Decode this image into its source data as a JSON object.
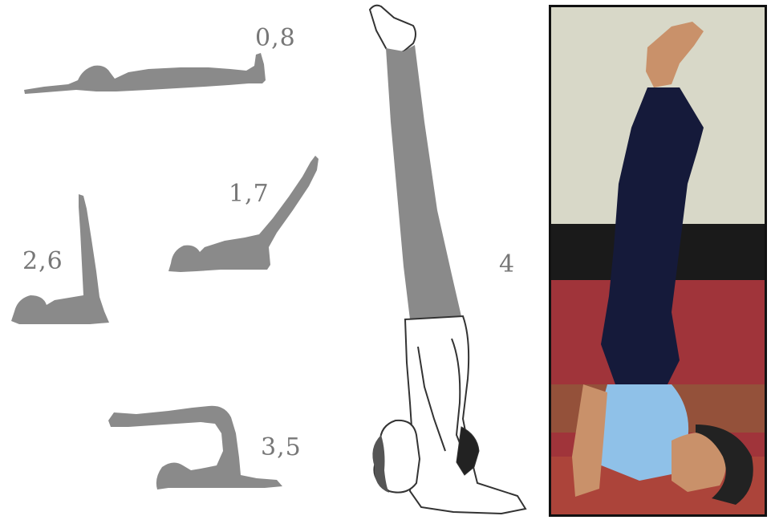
{
  "labels": {
    "stage_0_8": "0,8",
    "stage_1_7": "1,7",
    "stage_2_6": "2,6",
    "stage_3_5": "3,5",
    "stage_4": "4"
  },
  "colors": {
    "silhouette": "#8a8a8a",
    "label": "#777777",
    "wall": "#d8d8c8",
    "floor_dark": "#1a1a1a",
    "carpet": "#a0343a",
    "pants": "#151a3a",
    "shirt": "#8fc1e8",
    "skin": "#c9916a",
    "hair": "#222222",
    "outline": "#333333"
  },
  "icons": {
    "pose_lying": "lying-flat-silhouette-icon",
    "pose_legs_45": "legs-raised-45-silhouette-icon",
    "pose_legs_90": "legs-raised-90-silhouette-icon",
    "pose_plough": "plough-pose-silhouette-icon",
    "pose_shoulderstand": "shoulderstand-drawing-icon",
    "photo": "shoulderstand-photo"
  }
}
